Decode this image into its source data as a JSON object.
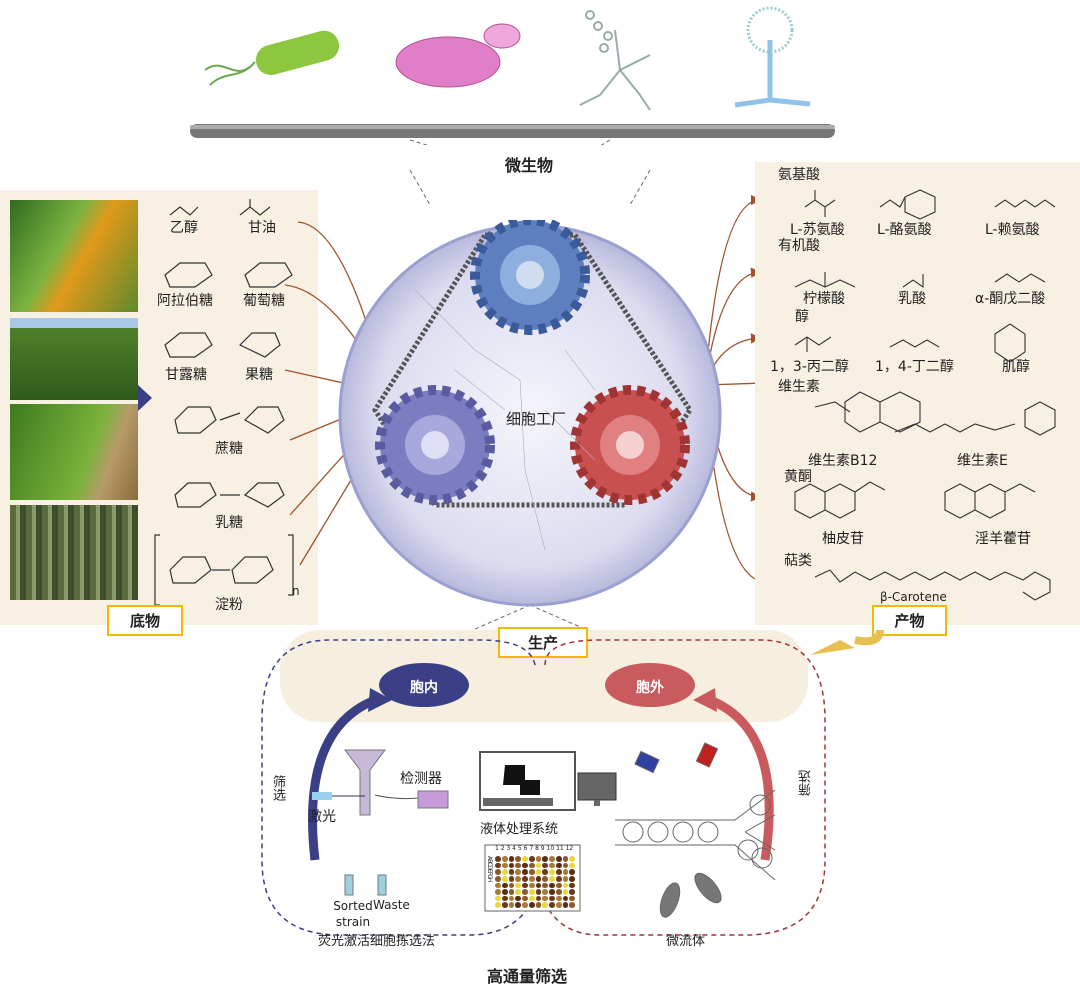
{
  "microbes": {
    "title": "微生物",
    "icons": [
      "bacterium-icon",
      "yeast-icon",
      "actinomycete-icon",
      "fungus-icon"
    ]
  },
  "substrates": {
    "label": "底物",
    "items": [
      "乙醇",
      "甘油",
      "阿拉伯糖",
      "葡萄糖",
      "甘露糖",
      "果糖",
      "蔗糖",
      "乳糖",
      "淀粉"
    ],
    "polymer_subscript": "n"
  },
  "center": {
    "label": "细胞工厂"
  },
  "production": {
    "label": "生产"
  },
  "products": {
    "label": "产物",
    "groups": [
      {
        "name": "氨基酸",
        "items": [
          "L-苏氨酸",
          "L-酪氨酸",
          "L-赖氨酸"
        ]
      },
      {
        "name": "有机酸",
        "items": [
          "柠檬酸",
          "乳酸",
          "α-酮戊二酸"
        ]
      },
      {
        "name": "醇",
        "items": [
          "1，3-丙二醇",
          "1，4-丁二醇",
          "肌醇"
        ]
      },
      {
        "name": "维生素",
        "items": [
          "维生素B12",
          "维生素E"
        ]
      },
      {
        "name": "黄酮",
        "items": [
          "柚皮苷",
          "淫羊藿苷"
        ]
      },
      {
        "name": "萜类",
        "items": [
          "β-Carotene"
        ]
      }
    ]
  },
  "screening": {
    "title": "高通量筛选",
    "intracellular": "胞内",
    "extracellular": "胞外",
    "screen_left": "筛选",
    "screen_right": "筛选",
    "facs": {
      "laser": "激光",
      "detector": "检测器",
      "sorted": "Sorted strain",
      "waste": "Waste",
      "title": "荧光激活细胞拣选法"
    },
    "liquid_handling": "液体处理系统",
    "plate_cols": "1 2 3 4 5 6 7 8 9 10 11 12",
    "plate_rows": "ABCDEFGH",
    "microfluidics": "微流体"
  },
  "colors": {
    "panel": "#f8f1e3",
    "label_border": "#f2b90c",
    "arrow": "#a0522d",
    "blue": "#3b3f86",
    "red": "#c95a5e"
  }
}
